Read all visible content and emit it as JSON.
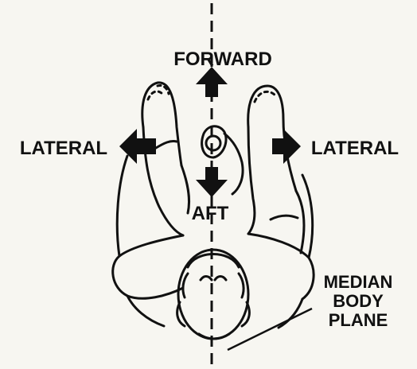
{
  "diagram": {
    "labels": {
      "forward": "FORWARD",
      "aft": "AFT",
      "lateral_left": "LATERAL",
      "lateral_right": "LATERAL",
      "median_line1": "MEDIAN",
      "median_line2": "BODY",
      "median_line3": "PLANE"
    },
    "colors": {
      "ink": "#111111",
      "background": "#f7f6f1"
    }
  }
}
